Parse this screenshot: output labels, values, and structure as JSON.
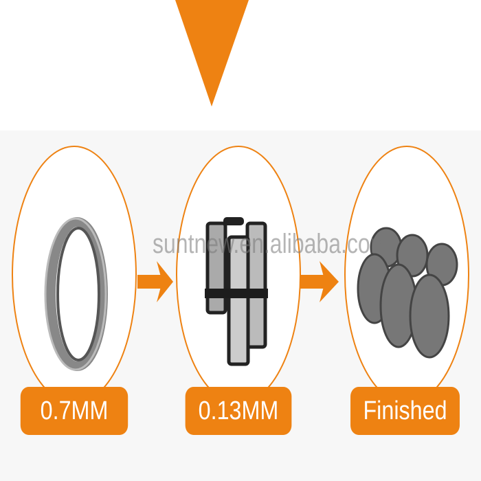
{
  "accent_color": "#ee8212",
  "watermark": "suntnew.en.alibaba.com",
  "steps": [
    {
      "label": "0.7MM",
      "image": "wire-coil"
    },
    {
      "label": "0.13MM",
      "image": "wire-spools"
    },
    {
      "label": "Finished",
      "image": "steel-scrubbers"
    }
  ]
}
